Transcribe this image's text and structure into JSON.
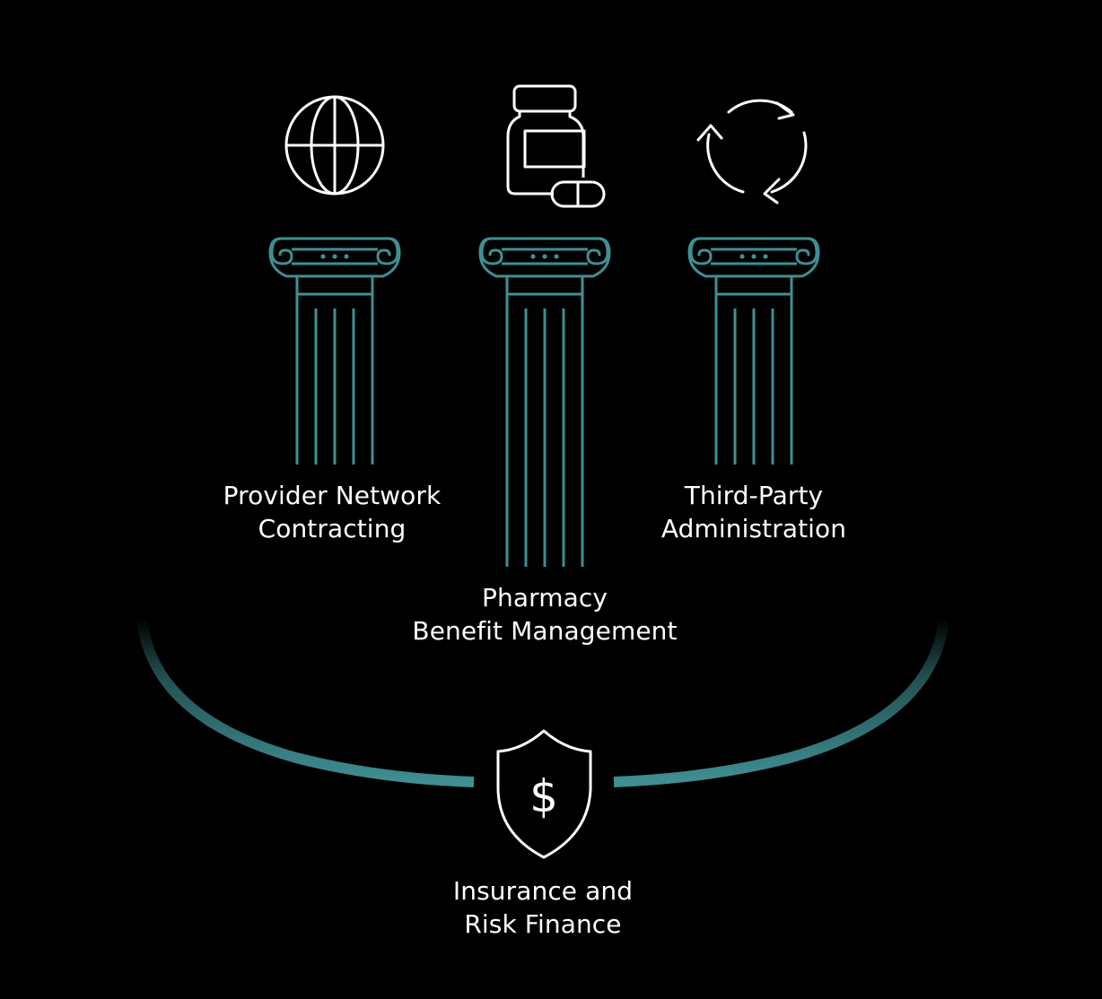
{
  "colors": {
    "background": "#000000",
    "pillar": "#3f8f93",
    "arc": "#3f8f93",
    "icon": "#ffffff",
    "text": "#ffffff"
  },
  "pillars": [
    {
      "icon": "globe-icon",
      "label_line1": "Provider Network",
      "label_line2": "Contracting"
    },
    {
      "icon": "pill-bottle-icon",
      "label_line1": "Pharmacy",
      "label_line2": "Benefit Management"
    },
    {
      "icon": "refresh-cycle-icon",
      "label_line1": "Third-Party",
      "label_line2": "Administration"
    }
  ],
  "foundation": {
    "icon": "shield-dollar-icon",
    "dollar_sign": "$",
    "label_line1": "Insurance and",
    "label_line2": "Risk Finance"
  }
}
